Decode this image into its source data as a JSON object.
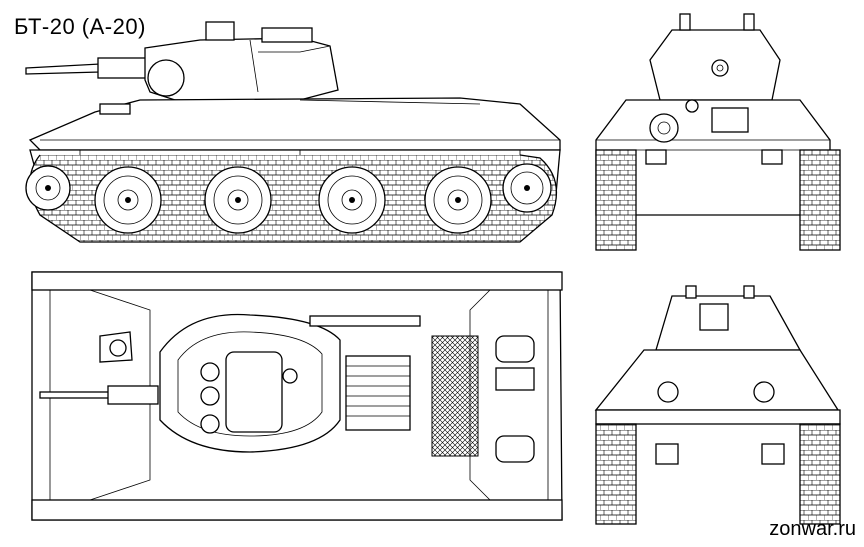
{
  "title": "БТ-20 (А-20)",
  "credit": "zonwar.ru",
  "views": [
    {
      "name": "side-view"
    },
    {
      "name": "front-view"
    },
    {
      "name": "top-view"
    },
    {
      "name": "rear-view"
    }
  ]
}
